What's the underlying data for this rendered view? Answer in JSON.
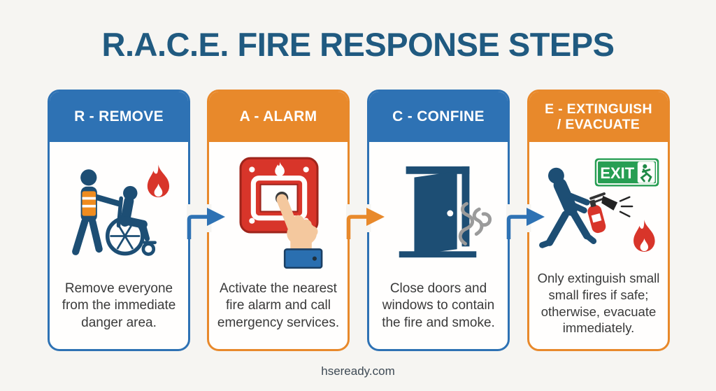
{
  "title": "R.A.C.E. FIRE RESPONSE STEPS",
  "footer": "hseready.com",
  "colors": {
    "background": "#f6f5f2",
    "card_background": "#fffefd",
    "blue_accent": "#2e72b4",
    "orange_accent": "#e8892b",
    "title_text": "#205a80",
    "header_text": "#ffffff",
    "body_text": "#3a3a3a",
    "footer_text": "#3e4a55",
    "flame_red": "#d8352a",
    "figure_navy": "#1d4e74",
    "smoke_gray": "#9b9b9b",
    "exit_green": "#279e53",
    "skin": "#f4c89e"
  },
  "steps": [
    {
      "header": "R - REMOVE",
      "accent": "blue",
      "icon": "wheelchair-evacuation-icon",
      "description": "Remove everyone from the immediate danger area."
    },
    {
      "header": "A - ALARM",
      "accent": "orange",
      "icon": "fire-alarm-button-icon",
      "description": "Activate the nearest fire alarm and call emergency services."
    },
    {
      "header": "C - CONFINE",
      "accent": "blue",
      "icon": "door-smoke-icon",
      "description": "Close doors and windows to contain the fire and smoke."
    },
    {
      "header_line_1": "E - EXTINGUISH",
      "header_line_2": "/ EVACUATE",
      "accent": "orange",
      "icon": "extinguisher-person-icon",
      "exit_sign_label": "EXIT",
      "description": "Only extinguish small small fires if safe; otherwise, evacuate immediately."
    }
  ],
  "arrows": [
    {
      "direction": "right",
      "color": "blue"
    },
    {
      "direction": "right",
      "color": "orange"
    },
    {
      "direction": "right",
      "color": "blue"
    }
  ]
}
